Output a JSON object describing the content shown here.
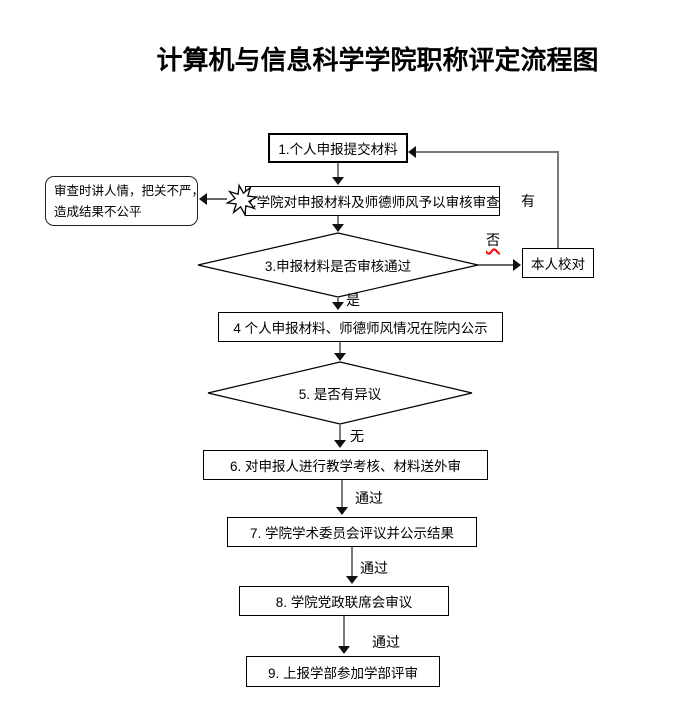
{
  "title": "计算机与信息科学学院职称评定流程图",
  "flowchart": {
    "nodes": {
      "step1": "1.个人申报提交材料",
      "step2": "2.学院对申报材料及师德师风予以审核审查",
      "step3": "3.申报材料是否审核通过",
      "step4": "4 个人申报材料、师德师风情况在院内公示",
      "step5": "5. 是否有异议",
      "step6": "6. 对申报人进行教学考核、材料送外审",
      "step7": "7. 学院学术委员会评议并公示结果",
      "step8": "8. 学院党政联席会审议",
      "step9": "9. 上报学部参加学部评审",
      "proofread": "本人校对",
      "risk_note_line1": "审查时讲人情，把关不严，",
      "risk_note_line2": "造成结果不公平"
    },
    "edge_labels": {
      "yes": "是",
      "no": "否",
      "none": "无",
      "have": "有",
      "pass": "通过"
    },
    "colors": {
      "connector": "#7a7a7a",
      "border": "#000000",
      "spellcheck_underline": "#ff0000"
    }
  }
}
